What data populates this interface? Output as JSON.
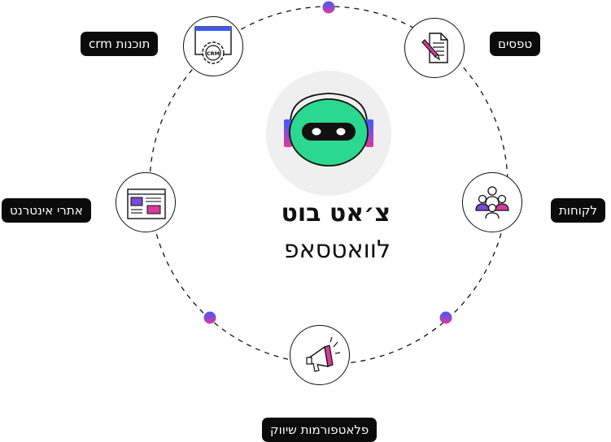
{
  "center": {
    "title": "צ׳אט בוט",
    "subtitle": "לוואטסאפ",
    "icon": "robot-icon"
  },
  "nodes": [
    {
      "id": "tips",
      "label": "טפסים",
      "icon": "document-pen-icon"
    },
    {
      "id": "crm",
      "label": "תוכנות crm",
      "icon": "crm-gear-icon"
    },
    {
      "id": "websites",
      "label": "אתרי אינטרנט",
      "icon": "web-page-icon"
    },
    {
      "id": "customers",
      "label": "לקוחות",
      "icon": "people-group-icon"
    },
    {
      "id": "marketing",
      "label": "פלאטפורמות שיווק",
      "icon": "megaphone-icon"
    }
  ],
  "colors": {
    "accent_green": "#2bd88f",
    "accent_blue": "#2f6bff",
    "accent_magenta": "#d63a9c",
    "accent_purple": "#7a4bd6",
    "label_bg": "#0b0b0b"
  }
}
